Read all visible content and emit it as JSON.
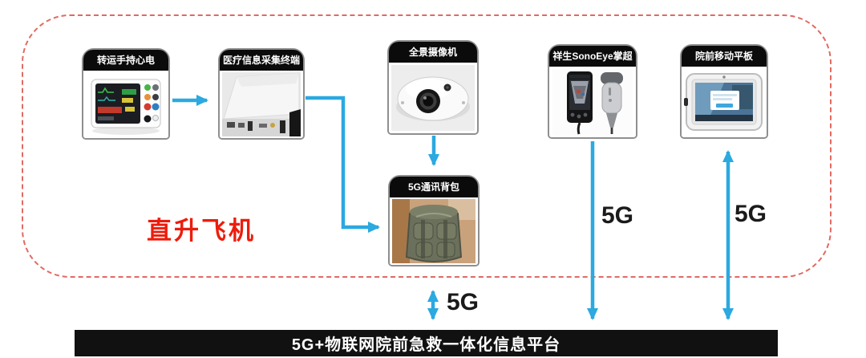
{
  "zone": {
    "label": "直升飞机"
  },
  "devices": [
    {
      "label": "转运手持心电"
    },
    {
      "label": "医疗信息采集终端"
    },
    {
      "label": "全景摄像机"
    },
    {
      "label": "祥生SonoEye掌超"
    },
    {
      "label": "院前移动平板"
    },
    {
      "label": "5G通讯背包"
    }
  ],
  "links": {
    "backpack_platform": "5G",
    "sonoeye_platform": "5G",
    "tablet_platform": "5G"
  },
  "platform": {
    "label": "5G+物联网院前急救一体化信息平台"
  },
  "colors": {
    "arrow": "#2BA9E0",
    "boundary_dashed": "#E06A62",
    "zone_label": "#ED1C0C",
    "device_header_bg": "#0B0B0B",
    "platform_bg": "#111111"
  }
}
